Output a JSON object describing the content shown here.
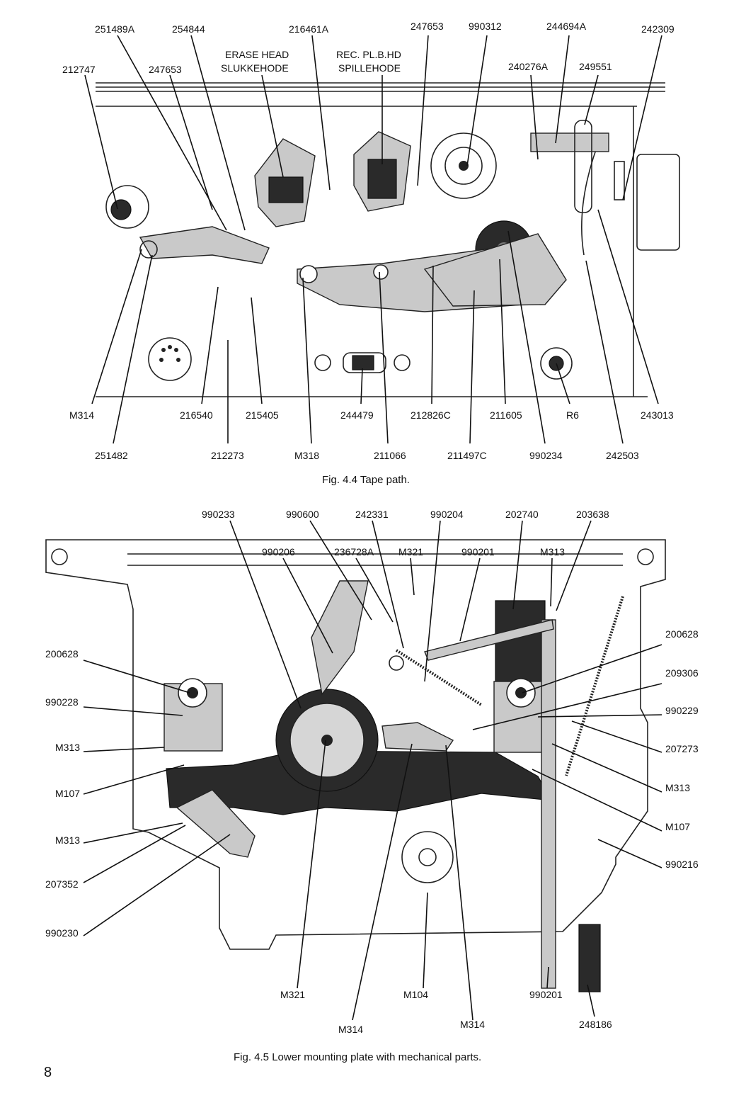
{
  "page_number": "8",
  "fig1": {
    "caption": "Fig. 4.4  Tape path.",
    "head_labels": {
      "erase_en": "ERASE HEAD",
      "erase_no": "SLUKKEHODE",
      "rec_en": "REC. PL.B.HD",
      "rec_no": "SPILLEHODE"
    },
    "labels_top_row": [
      "251489A",
      "254844",
      "216461A",
      "247653",
      "990312",
      "244694A",
      "242309"
    ],
    "labels_second_row": [
      "212747",
      "247653",
      "240276A",
      "249551"
    ],
    "labels_bottom_row": [
      "M314",
      "216540",
      "215405",
      "244479",
      "212826C",
      "211605",
      "R6",
      "243013"
    ],
    "labels_lowest_row": [
      "251482",
      "212273",
      "M318",
      "211066",
      "211497C",
      "990234",
      "242503"
    ]
  },
  "fig2": {
    "caption": "Fig. 4.5  Lower mounting plate with mechanical parts.",
    "labels_top_row": [
      "990233",
      "990600",
      "242331",
      "990204",
      "202740",
      "203638"
    ],
    "labels_second_row": [
      "990206",
      "236728A",
      "M321",
      "990201",
      "M313"
    ],
    "labels_left": [
      "200628",
      "990228",
      "M313",
      "M107",
      "M313",
      "207352",
      "990230"
    ],
    "labels_right": [
      "200628",
      "209306",
      "990229",
      "207273",
      "M313",
      "M107",
      "990216"
    ],
    "labels_bottom": [
      "M321",
      "M104",
      "990201",
      "248186",
      "M314",
      "M314"
    ]
  }
}
